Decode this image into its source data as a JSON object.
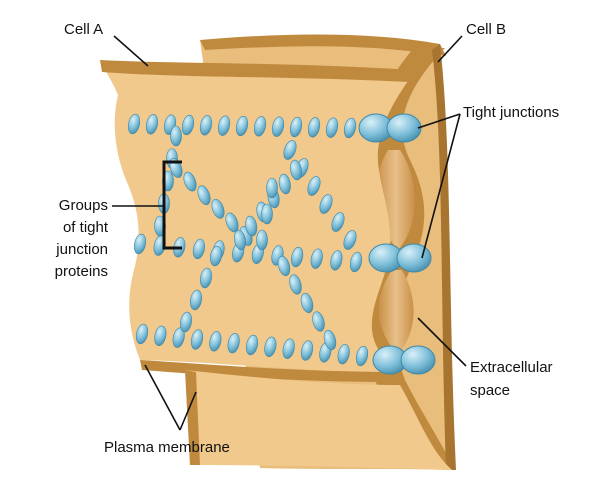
{
  "diagram": {
    "labels": {
      "cell_a": "Cell A",
      "cell_b": "Cell B",
      "tight_junctions": "Tight junctions",
      "groups_line1": "Groups",
      "groups_line2": "of tight",
      "groups_line3": "junction",
      "groups_line4": "proteins",
      "extracellular_line1": "Extracellular",
      "extracellular_line2": "space",
      "plasma_membrane": "Plasma membrane"
    },
    "colors": {
      "membrane_fill": "#f1c98d",
      "membrane_fill_back": "#e9bd7c",
      "membrane_shade": "#c08a3e",
      "membrane_edge": "#a87530",
      "protein_fill": "#7ebfd9",
      "protein_dark": "#3f88a8",
      "protein_highlight": "#d9f0f8",
      "leader_line": "#111111"
    }
  }
}
